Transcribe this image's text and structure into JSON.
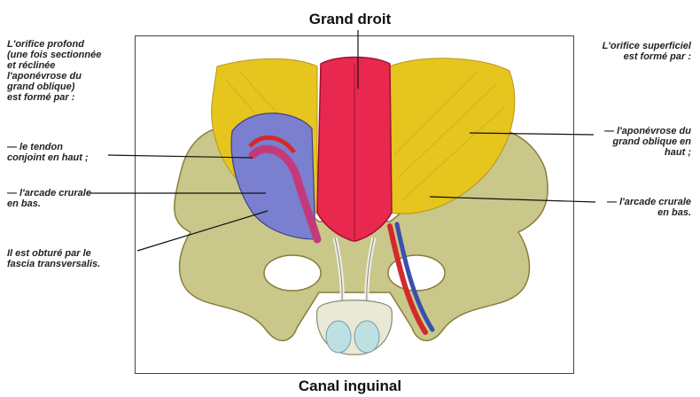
{
  "title_top": "Grand droit",
  "title_bottom": "Canal inguinal",
  "left_labels": {
    "deep_orifice": "L'orifice profond\n(une fois sectionnée\net réclinée\nl'aponévrose du\ngrand oblique)\nest formé par :",
    "conjoint_tendon": "— le tendon\nconjoint en haut ;",
    "crural_arch": "— l'arcade crurale\nen bas.",
    "fascia": "Il est obturé par le\nfascia transversalis."
  },
  "right_labels": {
    "superficial_orifice": "L'orifice superficiel\nest formé par :",
    "aponeurosis": "— l'aponévrose du\ngrand oblique en\nhaut ;",
    "crural_arch": "— l'arcade crurale\nen bas."
  },
  "colors": {
    "rectus_muscle": "#e8284f",
    "oblique_muscle": "#e6c51e",
    "pelvic_bone": "#c9c78a",
    "fascia_blue": "#7b7fd0",
    "spermatic_cord": "#c33a7a"
  }
}
